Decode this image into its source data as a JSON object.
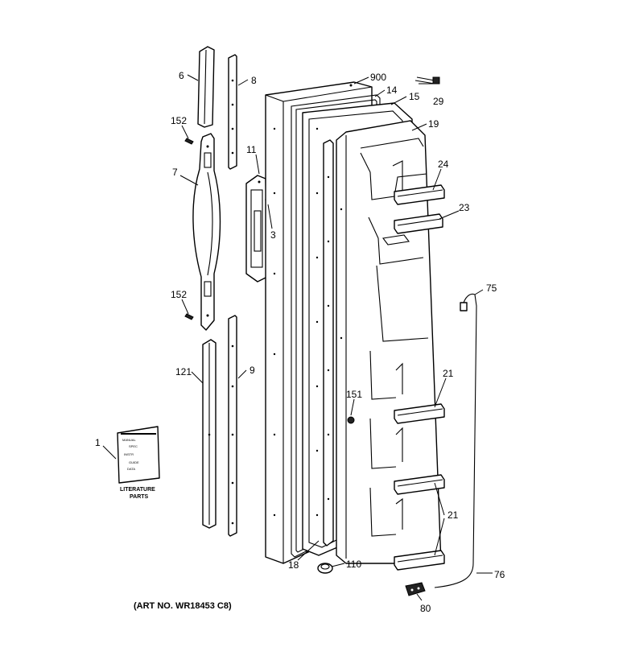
{
  "callouts": {
    "c6": "6",
    "c8": "8",
    "c900": "900",
    "c14": "14",
    "c15": "15",
    "c29": "29",
    "c19": "19",
    "c152a": "152",
    "c11": "11",
    "c7": "7",
    "c24": "24",
    "c3": "3",
    "c23": "23",
    "c152b": "152",
    "c75": "75",
    "c121": "121",
    "c9": "9",
    "c21a": "21",
    "c151": "151",
    "c1": "1",
    "c21b": "21",
    "c18": "18",
    "c110": "110",
    "c76": "76",
    "c80": "80"
  },
  "literature": {
    "line1": "LITERATURE",
    "line2": "PARTS"
  },
  "art_number": "(ART NO. WR18453 C8)"
}
